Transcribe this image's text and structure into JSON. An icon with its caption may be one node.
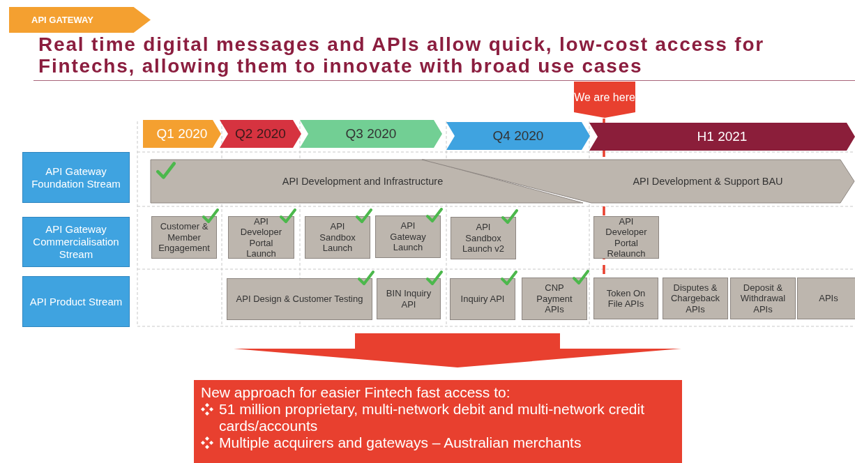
{
  "diagram": {
    "title": "Real time digital messages and APIs allow quick, low-cost access for Fintechs, allowing them to innovate with broad use cases",
    "nodes": [
      {
        "text": [
          "We are here"
        ]
      },
      {
        "text": [
          "Q1 2020"
        ]
      },
      {
        "text": [
          "Q2 2020"
        ]
      },
      {
        "text": [
          "Q3 2020"
        ]
      },
      {
        "text": [
          "Q4 2020"
        ]
      },
      {
        "text": [
          "H1 2021"
        ]
      },
      {
        "text": [
          "API Gateway Foundation Stream"
        ]
      },
      {
        "text": [
          "API Development and Infrastructure"
        ]
      },
      {
        "text": [
          "API Development & Support BAU"
        ]
      },
      {
        "text": [
          "API Gateway Commercialisation Stream"
        ]
      },
      {
        "text": [
          "Customer & Member Engagement"
        ]
      },
      {
        "text": [
          "API Developer Portal Launch"
        ]
      },
      {
        "text": [
          "API Sandbox Launch"
        ]
      },
      {
        "text": [
          "API Gateway Launch"
        ]
      },
      {
        "text": [
          "API Sandbox Launch v2"
        ]
      },
      {
        "text": [
          "API Developer Portal Relaunch"
        ]
      },
      {
        "text": [
          "API Product Stream"
        ]
      },
      {
        "text": [
          "API Design & Customer Testing"
        ]
      },
      {
        "text": [
          "BIN Inquiry API"
        ]
      },
      {
        "text": [
          "Inquiry API"
        ]
      },
      {
        "text": [
          "CNP Payment APIs"
        ]
      },
      {
        "text": [
          "Token On File APIs"
        ]
      },
      {
        "text": [
          "Disputes & Chargeback APIs"
        ]
      },
      {
        "text": [
          "Deposit & Withdrawal APIs"
        ]
      },
      {
        "text": [
          "APIs"
        ]
      },
      {
        "text": [
          "New approach for easier Fintech fast access to:",
          "51 million proprietary, multi-network debit and multi-network credit cards/accounts",
          "Multiple acquirers and gateways – Australian merchants"
        ]
      }
    ],
    "edges": [
      {
        "from": null,
        "to": 25,
        "arrow": "to",
        "style": "thick"
      }
    ],
    "labels": [
      "API GATEWAY"
    ]
  }
}
